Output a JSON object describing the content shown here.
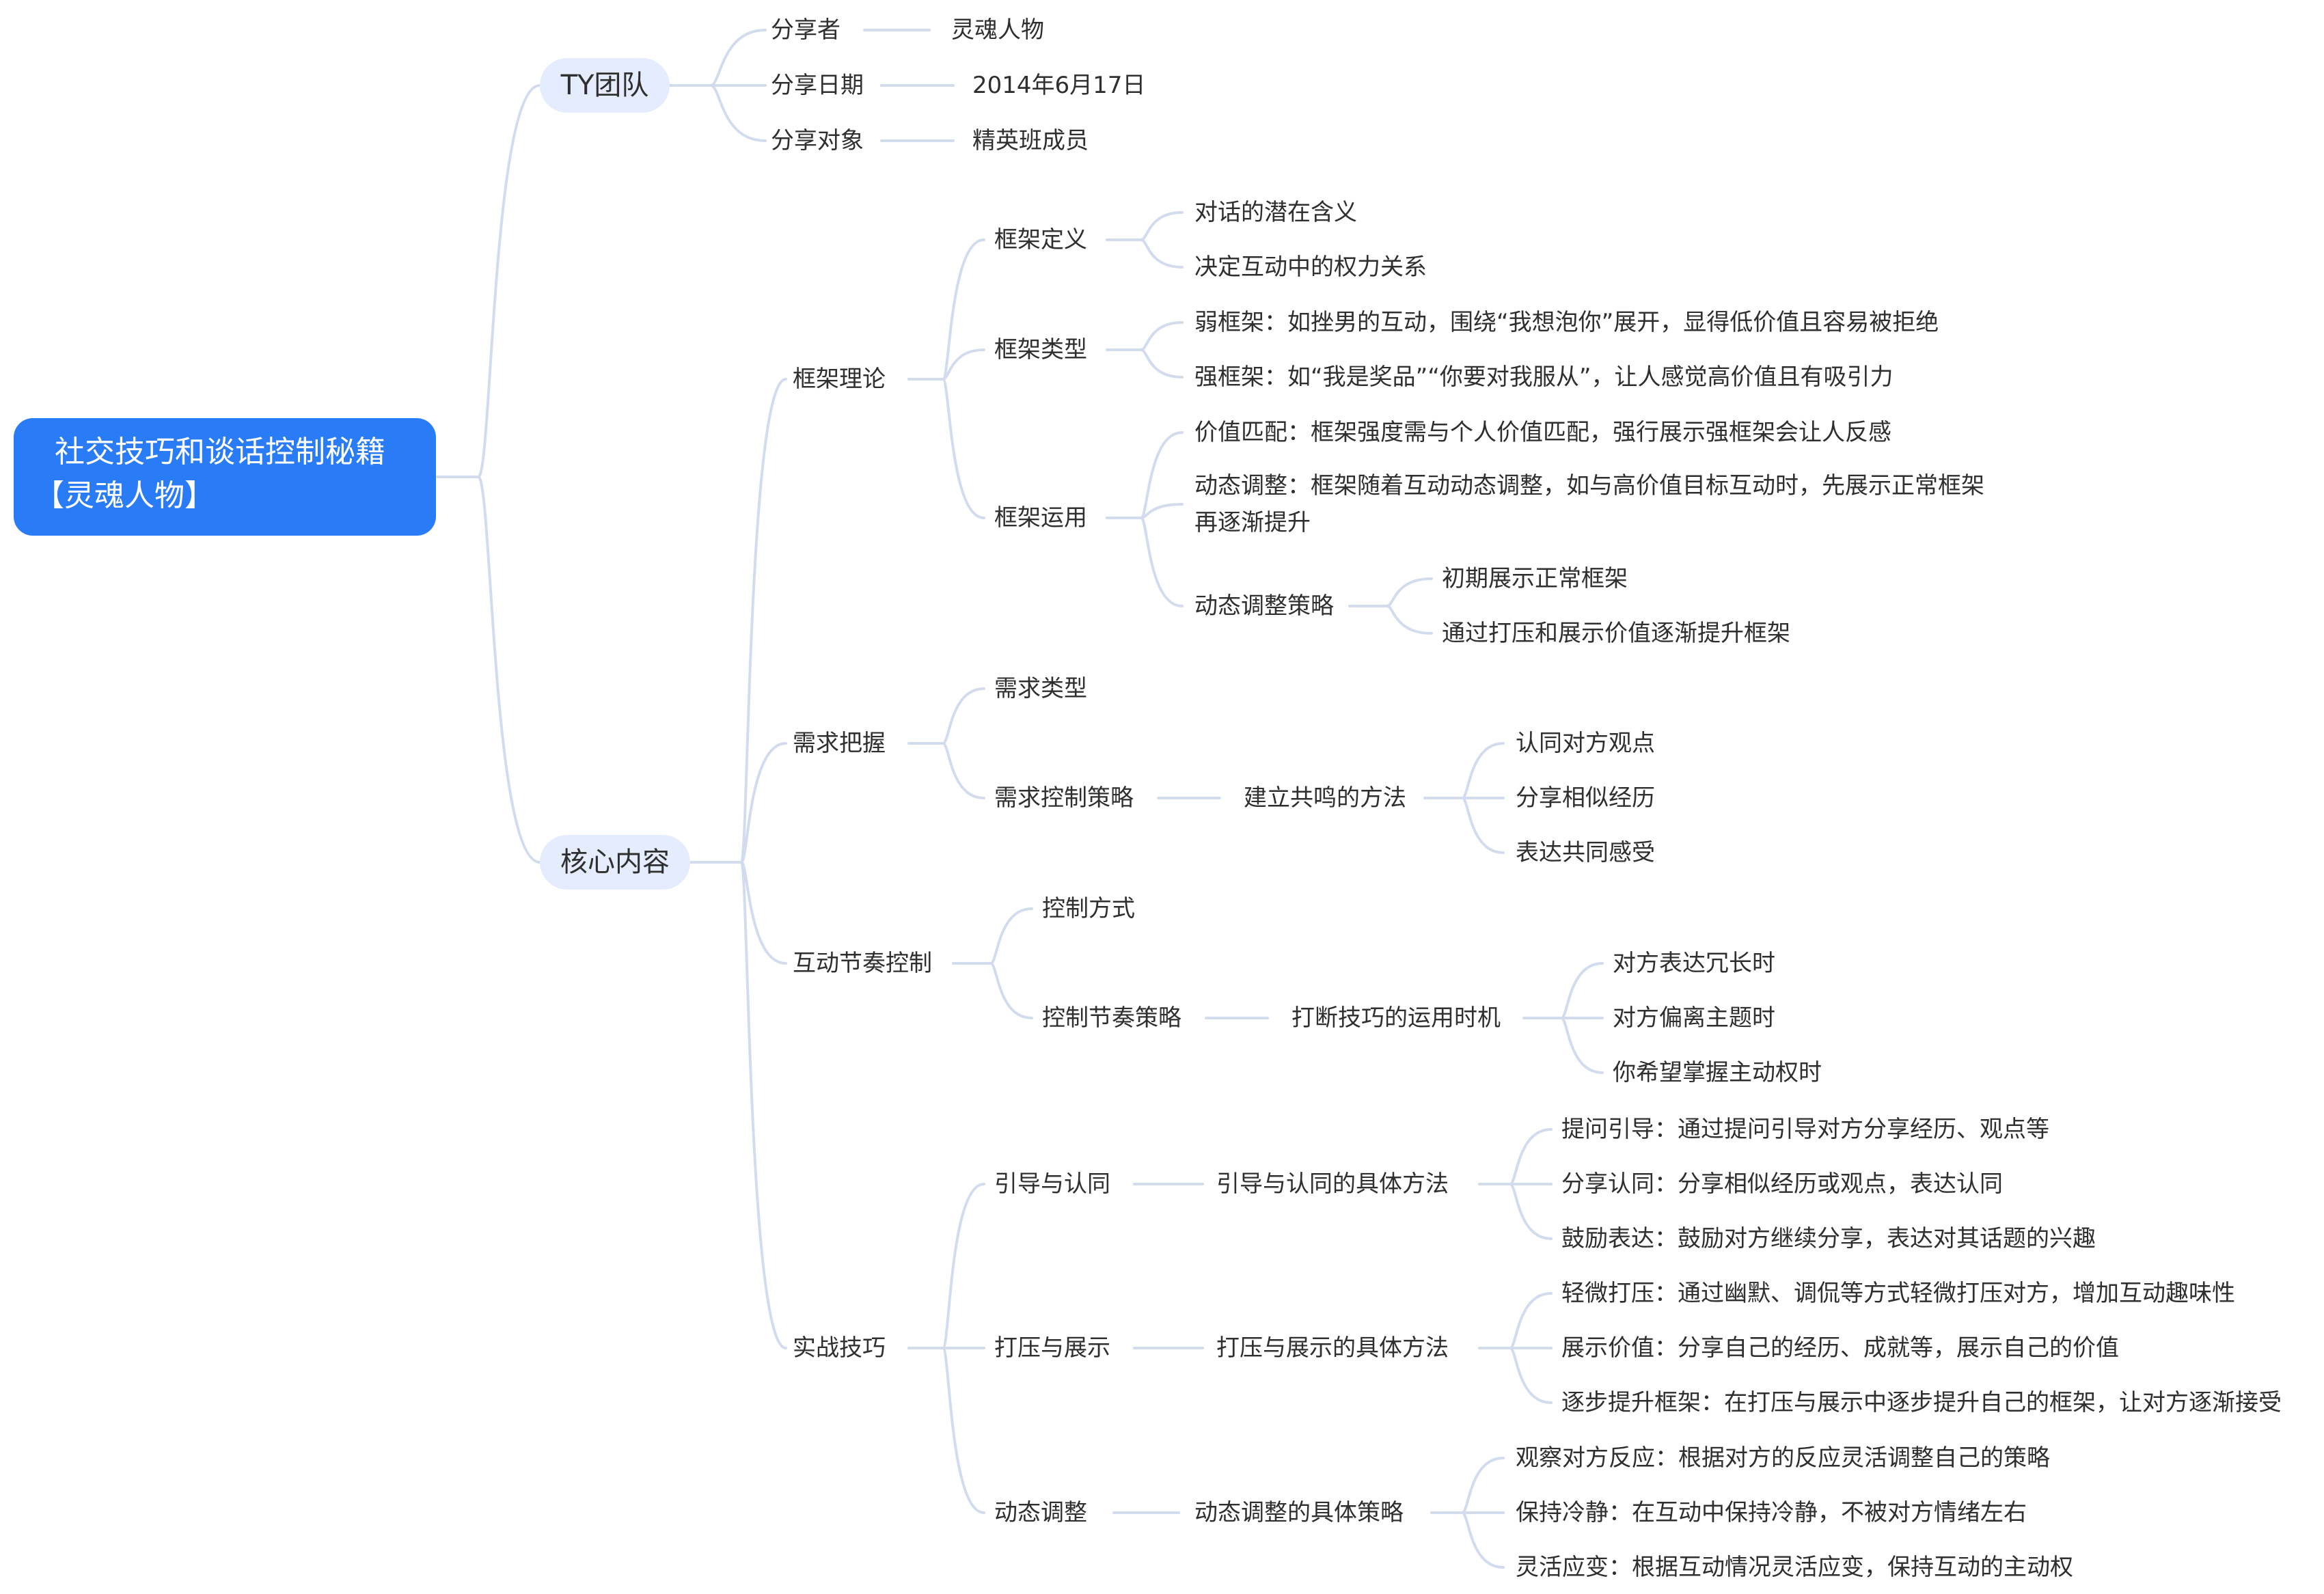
{
  "root": {
    "line1": "社交技巧和谈话控制秘籍",
    "line2": "【灵魂人物】"
  },
  "ty_team": {
    "label": "TY团队",
    "sharer": {
      "label": "分享者",
      "value": "灵魂人物"
    },
    "date": {
      "label": "分享日期",
      "value": "2014年6月17日"
    },
    "audience": {
      "label": "分享对象",
      "value": "精英班成员"
    }
  },
  "core": {
    "label": "核心内容",
    "frame_theory": {
      "label": "框架理论",
      "definition": {
        "label": "框架定义",
        "items": [
          "对话的潜在含义",
          "决定互动中的权力关系"
        ]
      },
      "types": {
        "label": "框架类型",
        "items": [
          "弱框架：如挫男的互动，围绕“我想泡你”展开，显得低价值且容易被拒绝",
          "强框架：如“我是奖品”“你要对我服从”，让人感觉高价值且有吸引力"
        ]
      },
      "application": {
        "label": "框架运用",
        "value_match": "价值匹配：框架强度需与个人价值匹配，强行展示强框架会让人反感",
        "dynamic_adjust_line1": "动态调整：框架随着互动动态调整，如与高价值目标互动时，先展示正常框架",
        "dynamic_adjust_line2": "再逐渐提升",
        "strategy": {
          "label": "动态调整策略",
          "items": [
            "初期展示正常框架",
            "通过打压和展示价值逐渐提升框架"
          ]
        }
      }
    },
    "needs": {
      "label": "需求把握",
      "types_label": "需求类型",
      "strategy": {
        "label": "需求控制策略",
        "method": {
          "label": "建立共鸣的方法",
          "items": [
            "认同对方观点",
            "分享相似经历",
            "表达共同感受"
          ]
        }
      }
    },
    "rhythm": {
      "label": "互动节奏控制",
      "methods_label": "控制方式",
      "strategy": {
        "label": "控制节奏策略",
        "timing": {
          "label": "打断技巧的运用时机",
          "items": [
            "对方表达冗长时",
            "对方偏离主题时",
            "你希望掌握主动权时"
          ]
        }
      }
    },
    "practice": {
      "label": "实战技巧",
      "guide": {
        "label": "引导与认同",
        "method": {
          "label": "引导与认同的具体方法",
          "items": [
            "提问引导：通过提问引导对方分享经历、观点等",
            "分享认同：分享相似经历或观点，表达认同",
            "鼓励表达：鼓励对方继续分享，表达对其话题的兴趣"
          ]
        }
      },
      "suppress": {
        "label": "打压与展示",
        "method": {
          "label": "打压与展示的具体方法",
          "items": [
            "轻微打压：通过幽默、调侃等方式轻微打压对方，增加互动趣味性",
            "展示价值：分享自己的经历、成就等，展示自己的价值",
            "逐步提升框架：在打压与展示中逐步提升自己的框架，让对方逐渐接受"
          ]
        }
      },
      "dynamic": {
        "label": "动态调整",
        "method": {
          "label": "动态调整的具体策略",
          "items": [
            "观察对方反应：根据对方的反应灵活调整自己的策略",
            "保持冷静：在互动中保持冷静，不被对方情绪左右",
            "灵活应变：根据互动情况灵活应变，保持互动的主动权"
          ]
        }
      }
    }
  }
}
